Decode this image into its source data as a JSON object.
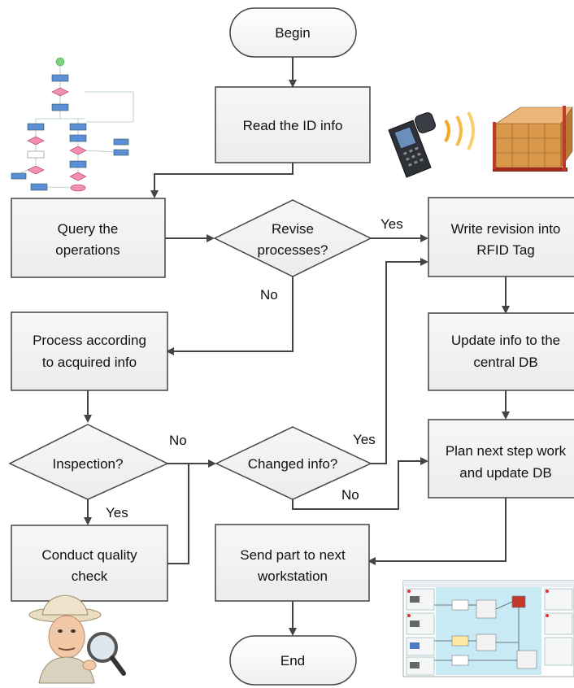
{
  "nodes": {
    "begin": "Begin",
    "read_id": "Read the ID info",
    "query_line1": "Query the",
    "query_line2": "operations",
    "revise_line1": "Revise",
    "revise_line2": "processes?",
    "write_line1": "Write revision into",
    "write_line2": "RFID Tag",
    "process_line1": "Process according",
    "process_line2": "to acquired info",
    "update_line1": "Update info to the",
    "update_line2": "central DB",
    "inspection": "Inspection?",
    "changed": "Changed info?",
    "plan_line1": "Plan next step work",
    "plan_line2": "and update DB",
    "conduct_line1": "Conduct quality",
    "conduct_line2": "check",
    "send_line1": "Send part to next",
    "send_line2": "workstation",
    "end": "End"
  },
  "edge_labels": {
    "revise_yes": "Yes",
    "revise_no": "No",
    "inspection_no": "No",
    "inspection_yes": "Yes",
    "changed_yes": "Yes",
    "changed_no": "No"
  },
  "illustrations": {
    "flowchart_thumbnail": "flowchart-thumbnail-icon",
    "rfid_scanner": "rfid-scanner-icon",
    "inspector": "inspector-magnifier-icon",
    "workstation_screen": "workstation-ui-icon"
  },
  "colors": {
    "stroke": "#444444",
    "box_fill": "#f2f2f2",
    "text": "#111111"
  }
}
